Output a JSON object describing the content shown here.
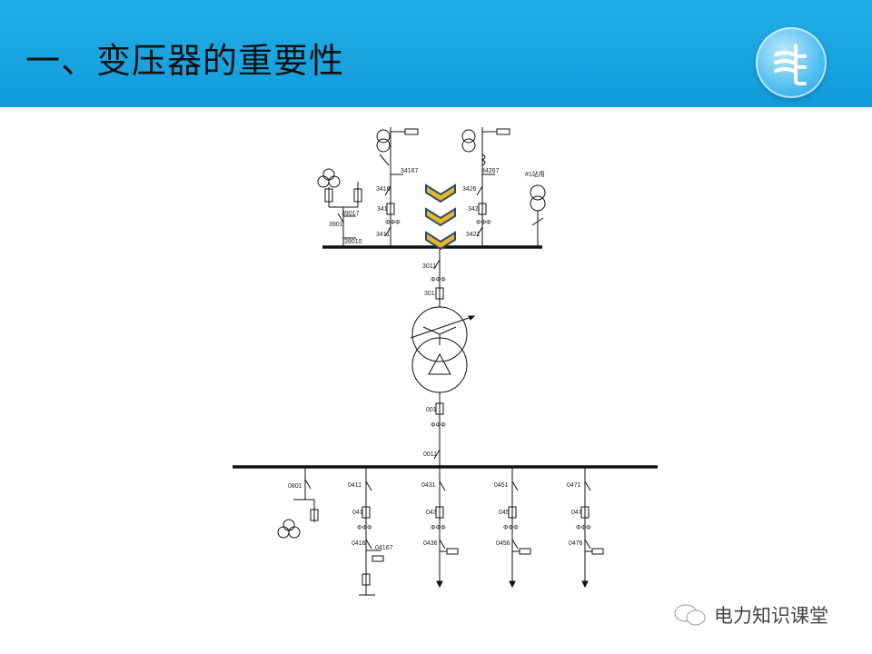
{
  "slide": {
    "title": "一、变压器的重要性",
    "logo_icon": "power-grid-logo",
    "watermark": "电力知识课堂",
    "watermark_icon": "wechat-icon",
    "header_color": "#1aa3e0",
    "chevron_color": "#e5b52a"
  },
  "diagram": {
    "top_bus": {
      "pt_bay": {
        "labels": [
          "39017",
          "3901",
          "39010"
        ]
      },
      "bay_341": {
        "labels": [
          "34167",
          "3416",
          "341",
          "3411"
        ]
      },
      "bay_342": {
        "labels": [
          "34267",
          "3426",
          "342",
          "3421"
        ]
      },
      "station_tx": {
        "label": "#1站用"
      }
    },
    "main_transformer": {
      "labels": [
        "3011",
        "301",
        "001",
        "0011"
      ]
    },
    "bottom_bus": {
      "bay_080": {
        "labels": [
          "0801"
        ]
      },
      "bay_041": {
        "labels": [
          "0411",
          "041",
          "0416",
          "04167"
        ]
      },
      "bay_043": {
        "labels": [
          "0431",
          "043",
          "0436"
        ]
      },
      "bay_045": {
        "labels": [
          "0451",
          "045",
          "0456"
        ]
      },
      "bay_047": {
        "labels": [
          "0471",
          "047",
          "0476"
        ]
      }
    },
    "ct_symbol": "ΦΦΦ"
  }
}
